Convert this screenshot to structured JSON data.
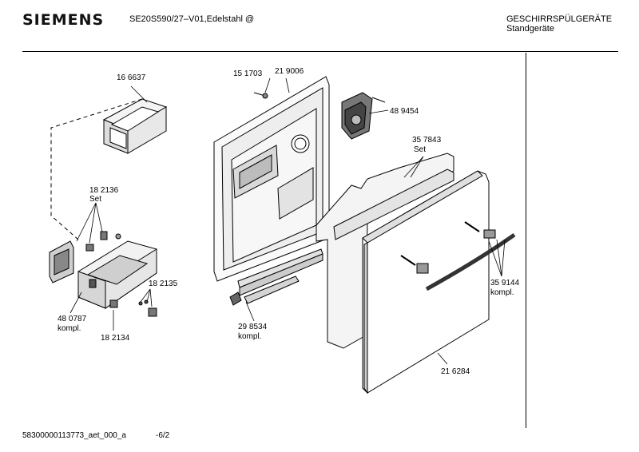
{
  "header": {
    "brand": "SIEMENS",
    "model": "SE20S590/27–V01,Edelstahl @",
    "category": "GESCHIRRSPÜLGERÄTE",
    "subcategory": "Standgeräte"
  },
  "parts": [
    {
      "number": "16 6637"
    },
    {
      "number": "15 1703"
    },
    {
      "number": "21 9006"
    },
    {
      "number": "48 9454"
    },
    {
      "number": "35 7843",
      "note": "Set"
    },
    {
      "number": "18 2136",
      "note": "Set"
    },
    {
      "number": "18 2135"
    },
    {
      "number": "48 0787",
      "note": "kompl."
    },
    {
      "number": "18 2134"
    },
    {
      "number": "29 8534",
      "note": "kompl."
    },
    {
      "number": "35 9144",
      "note": "kompl."
    },
    {
      "number": "21 6284"
    }
  ],
  "footer": {
    "doc_id": "58300000113773_aet_000_a",
    "page": "-6/2"
  }
}
